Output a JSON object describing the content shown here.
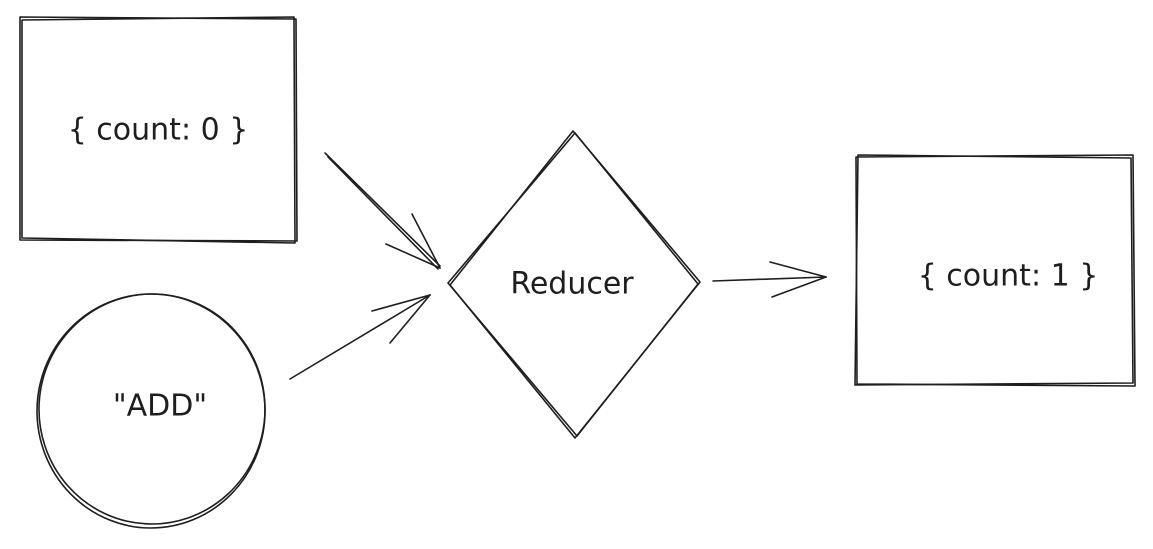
{
  "nodes": {
    "initial_state": {
      "label": "{ count: 0 }",
      "shape": "rectangle"
    },
    "action": {
      "label": "\"ADD\"",
      "shape": "circle"
    },
    "reducer": {
      "label": "Reducer",
      "shape": "diamond"
    },
    "new_state": {
      "label": "{ count: 1 }",
      "shape": "rectangle"
    }
  },
  "edges": [
    {
      "from": "initial_state",
      "to": "reducer"
    },
    {
      "from": "action",
      "to": "reducer"
    },
    {
      "from": "reducer",
      "to": "new_state"
    }
  ],
  "colors": {
    "stroke": "#1e1e1e",
    "background": "#ffffff"
  }
}
